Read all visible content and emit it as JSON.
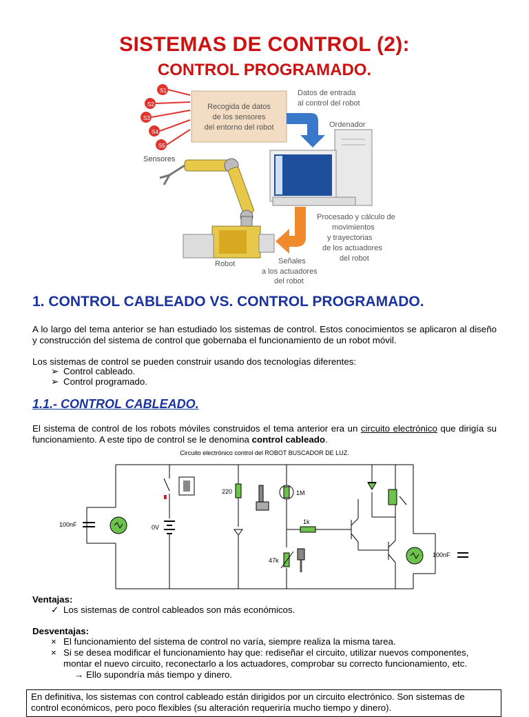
{
  "title": {
    "line1": "SISTEMAS DE CONTROL (2):",
    "line2": "CONTROL PROGRAMADO."
  },
  "robot_figure": {
    "sensors": [
      "S1",
      "S2",
      "S3",
      "S4",
      "S5"
    ],
    "sensores_label": "Sensores",
    "box_line1": "Recogida de datos",
    "box_line2": "de los sensores",
    "box_line3": "del entorno del robot",
    "datos_line1": "Datos de entrada",
    "datos_line2": "al control del robot",
    "ordenador": "Ordenador",
    "proc_line1": "Procesado y cálculo de",
    "proc_line2": "movimientos",
    "proc_line3": "y trayectorias",
    "proc_line4": "de los actuadores",
    "proc_line5": "del robot",
    "senales_line1": "Señales",
    "senales_line2": "a los actuadores",
    "senales_line3": "del robot",
    "robot": "Robot"
  },
  "section1": {
    "heading": "1. CONTROL CABLEADO VS. CONTROL PROGRAMADO.",
    "para1": "A lo largo del tema anterior se han estudiado los sistemas de control. Estos conocimientos se aplicaron al diseño y construcción del sistema de control que gobernaba el funcionamiento de un robot móvil.",
    "para2": "Los sistemas de control se pueden construir usando dos tecnologías diferentes:",
    "bullets": [
      "Control cableado.",
      "Control programado."
    ]
  },
  "section11": {
    "heading": "1.1.- CONTROL CABLEADO.",
    "para_a": "El sistema de control de los robots móviles construidos el tema anterior era un ",
    "para_link": "circuito electrónico",
    "para_b": " que dirigía su funcionamiento. A este tipo de control se le denomina ",
    "para_bold": "control cableado",
    "para_end": "."
  },
  "circuit": {
    "caption": "Circuito electrónico control del ROBOT BUSCADOR DE LUZ.",
    "c1": "100nF",
    "v": "0V",
    "r1": "220",
    "ldr": "1M",
    "r2": "1k",
    "pot": "47k",
    "c2": "100nF"
  },
  "ventajas": {
    "heading": "Ventajas:",
    "items": [
      "Los sistemas de control cableados son más económicos."
    ]
  },
  "desventajas": {
    "heading": "Desventajas:",
    "item1": "El funcionamiento del sistema de control no varía, siempre realiza la misma tarea.",
    "item2_line1": "Si se desea modificar el funcionamiento hay que: rediseñar el circuito, utilizar nuevos componentes,",
    "item2_line2": "montar el nuevo circuito, reconectarlo a los actuadores, comprobar su correcto funcionamiento, etc.",
    "item2_line3": "→ Ello supondría más tiempo y dinero."
  },
  "conclusion": {
    "line1": "En definitiva, los sistemas con control cableado están dirigidos por un circuito electrónico. Son sistemas de",
    "line2": "control económicos, pero poco flexibles (su alteración requeriría mucho tiempo y dinero)."
  },
  "colors": {
    "title_red": "#cc1111",
    "heading_blue": "#1a33a0",
    "arrow_blue": "#3a78c9",
    "arrow_orange": "#f08a2c",
    "box_tan": "#f2dcc3",
    "sensor_red": "#e0352f"
  }
}
